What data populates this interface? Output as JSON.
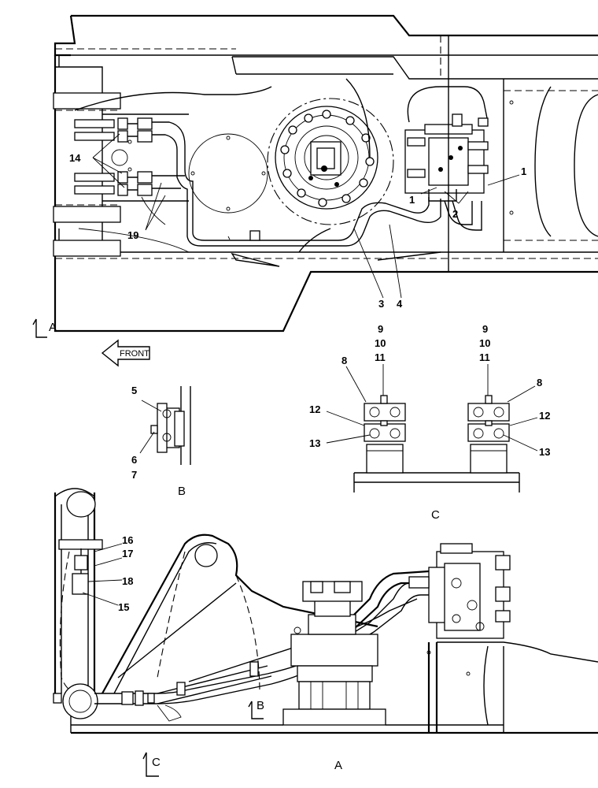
{
  "callouts": {
    "c1a": "1",
    "c1b": "1",
    "c2": "2",
    "c3": "3",
    "c4": "4",
    "c14": "14",
    "c19": "19",
    "c5": "5",
    "c6": "6",
    "c7": "7",
    "c8a": "8",
    "c8b": "8",
    "c9a": "9",
    "c10a": "10",
    "c11a": "11",
    "c9b": "9",
    "c10b": "10",
    "c11b": "11",
    "c12a": "12",
    "c12b": "12",
    "c13a": "13",
    "c13b": "13",
    "c15": "15",
    "c16": "16",
    "c17": "17",
    "c18": "18"
  },
  "views": {
    "a_marker": "A",
    "a_caption": "A",
    "b_caption": "B",
    "b_marker": "B",
    "c_caption": "C",
    "c_marker": "C"
  },
  "front_label": "FRONT",
  "icons": {
    "front_arrow": "left-arrow-icon"
  }
}
